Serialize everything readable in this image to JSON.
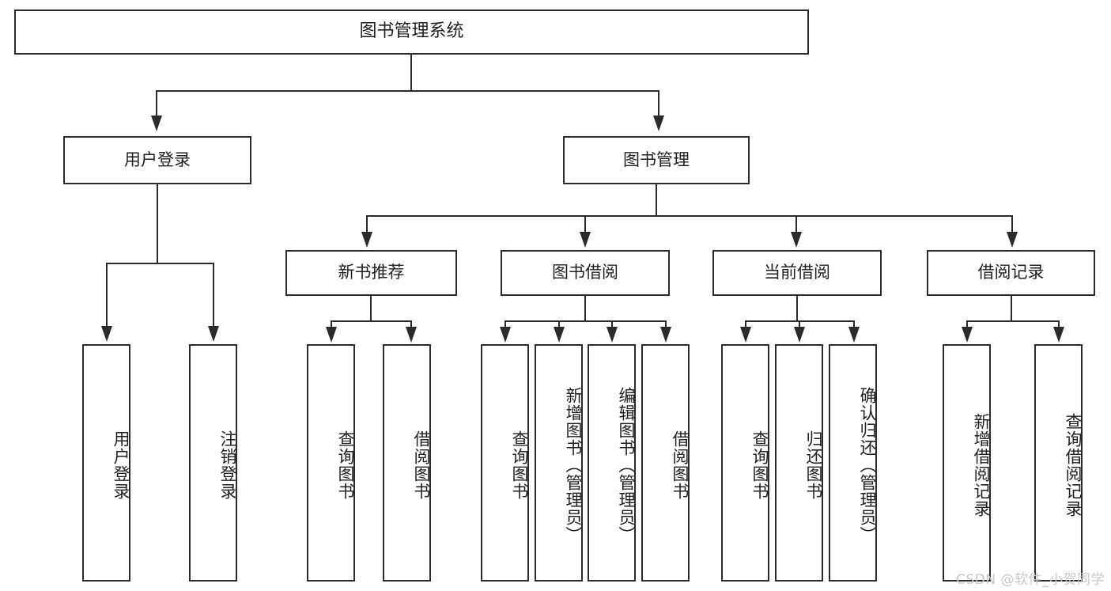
{
  "diagram": {
    "title": "图书管理系统",
    "type": "tree-hierarchy-chart",
    "root": {
      "label": "图书管理系统"
    },
    "level1": [
      {
        "label": "用户登录"
      },
      {
        "label": "图书管理"
      }
    ],
    "level2": [
      {
        "label": "新书推荐"
      },
      {
        "label": "图书借阅"
      },
      {
        "label": "当前借阅"
      },
      {
        "label": "借阅记录"
      }
    ],
    "leaves": {
      "user_login": [
        {
          "label": "用户登录"
        },
        {
          "label": "注销登录"
        }
      ],
      "new_book_recommend": [
        {
          "label": "查询图书"
        },
        {
          "label": "借阅图书"
        }
      ],
      "book_borrow": [
        {
          "label": "查询图书"
        },
        {
          "label": "新增图书（管理员）"
        },
        {
          "label": "编辑图书（管理员）"
        },
        {
          "label": "借阅图书"
        }
      ],
      "current_borrow": [
        {
          "label": "查询图书"
        },
        {
          "label": "归还图书"
        },
        {
          "label": "确认归还（管理员）"
        }
      ],
      "borrow_record": [
        {
          "label": "新增借阅记录"
        },
        {
          "label": "查询借阅记录"
        }
      ]
    }
  },
  "watermark": {
    "text": "CSDN @软件_小贺同学"
  },
  "colors": {
    "stroke": "#2b2b2b",
    "text": "#1f1f1f",
    "background": "#ffffff",
    "watermark": "#c8c8c8"
  }
}
